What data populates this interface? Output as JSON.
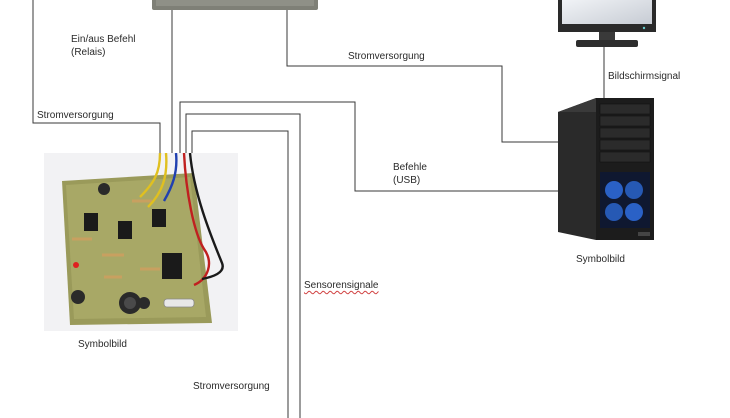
{
  "diagram": {
    "labels": {
      "relay_command_line1": "Ein/aus Befehl",
      "relay_command_line2": "(Relais)",
      "power_supply_left": "Stromversorgung",
      "power_supply_top": "Stromversorgung",
      "monitor_signal": "Bildschirmsignal",
      "commands_line1": "Befehle",
      "commands_line2": "(USB)",
      "sensor_signals": "Sensorensignale",
      "power_supply_bottom": "Stromversorgung",
      "pc_caption": "Symbolbild",
      "board_caption": "Symbolbild"
    },
    "colors": {
      "wire": "#3a3a3a",
      "pcb_green": "#9a9a5a",
      "pc_case": "#1c1c1c",
      "pc_led": "#2f6fe0",
      "monitor_bezel": "#2a2a2a",
      "relay_box": "#7f8077",
      "wire_yellow": "#e0c020",
      "wire_red": "#c02020",
      "wire_blue": "#2040b0"
    }
  }
}
